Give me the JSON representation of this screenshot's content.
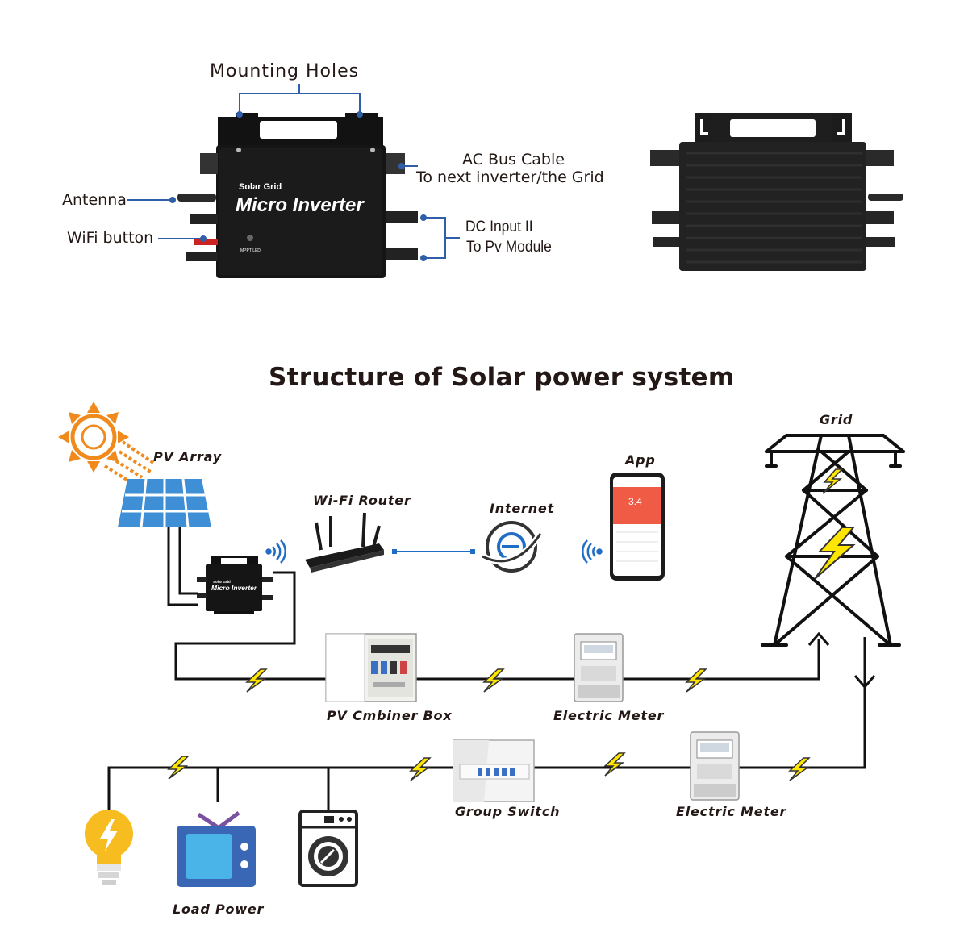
{
  "top": {
    "mounting_holes": "Mounting Holes",
    "ac_bus_line1": "AC Bus Cable",
    "ac_bus_line2": "To next inverter/the Grid",
    "antenna": "Antenna",
    "wifi_button": "WiFi button",
    "dc_input_line1": "DC Input II",
    "dc_input_line2": "To Pv Module",
    "device_brand": "Solar Grid",
    "device_name": "Micro Inverter",
    "led_label": "MPPT LED"
  },
  "diagram": {
    "title": "Structure of Solar power system",
    "pv_array": "PV Array",
    "wifi_router": "Wi-Fi Router",
    "internet": "Internet",
    "app": "App",
    "app_value": "3.4",
    "grid": "Grid",
    "pv_combiner_box": "PV Cmbiner Box",
    "electric_meter_1": "Electric Meter",
    "group_switch": "Group Switch",
    "electric_meter_2": "Electric Meter",
    "load_power": "Load Power",
    "mini_inverter_brand": "Solar Grid",
    "mini_inverter_name": "Micro Inverter"
  },
  "colors": {
    "ink": "#231815",
    "callout_blue": "#2e5fa8",
    "sun_orange": "#f08a1c",
    "panel_blue": "#3f8fd6",
    "bolt_yellow": "#ffe600",
    "app_red": "#ef5b45",
    "internet_blue": "#1f6dc4"
  },
  "icons": [
    "sun-icon",
    "solar-panel-icon",
    "wifi-signal-icon",
    "router-icon",
    "internet-globe-icon",
    "smartphone-icon",
    "transmission-tower-icon",
    "combiner-box-icon",
    "electric-meter-icon",
    "group-switch-icon",
    "light-bulb-icon",
    "television-icon",
    "washing-machine-icon",
    "lightning-bolt-icon"
  ]
}
